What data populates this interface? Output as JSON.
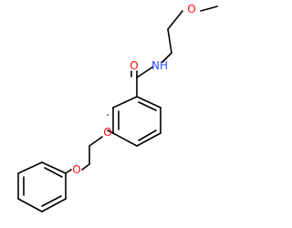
{
  "molecule": {
    "colors": {
      "bond": "#000000",
      "O": "#ff0d0d",
      "N": "#3050f8",
      "background": "#ffffff"
    },
    "atoms": [
      {
        "id": "O1",
        "label": "O",
        "element": "O"
      },
      {
        "id": "O2",
        "label": "O",
        "element": "O"
      },
      {
        "id": "N1",
        "label": "NH",
        "element": "N"
      },
      {
        "id": "O3",
        "label": "O",
        "element": "O"
      },
      {
        "id": "O4",
        "label": "O",
        "element": "O"
      }
    ]
  }
}
